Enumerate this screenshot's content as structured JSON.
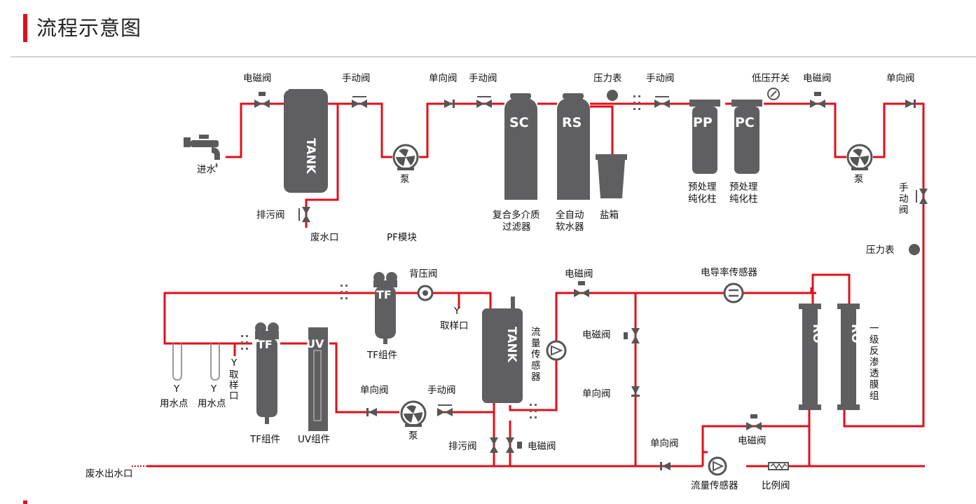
{
  "page": {
    "title": "流程示意图",
    "accent_color": "#e10f1c",
    "pipe_color": "#e10f1c",
    "equipment_color": "#606062"
  },
  "labels": {
    "solenoid_1": "电磁阀",
    "manual_1": "手动阀",
    "check_1": "单向阀",
    "manual_2": "手动阀",
    "pressure_gauge_1": "压力表",
    "manual_3": "手动阀",
    "low_pressure_switch": "低压开关",
    "solenoid_2": "电磁阀",
    "check_2": "单向阀",
    "inlet": "进水",
    "tank_1": "TANK",
    "sc": "SC",
    "rs": "RS",
    "pp": "PP",
    "pc": "PC",
    "pump_1": "泵",
    "pump_2": "泵",
    "drain_valve_1": "排污阀",
    "waste_port_1": "废水口",
    "pf_module": "PF模块",
    "multimedia_filter": [
      "复合多介质",
      "过滤器"
    ],
    "softener": [
      "全自动",
      "软水器"
    ],
    "brine_tank": "盐箱",
    "pre_column_1": [
      "预处理",
      "纯化柱"
    ],
    "pre_column_2": [
      "预处理",
      "纯化柱"
    ],
    "manual_vertical": [
      "手",
      "动",
      "阀"
    ],
    "pressure_gauge_2": "压力表",
    "back_pressure_valve": "背压阀",
    "sampling_1": "取样口",
    "tf_top": "TF",
    "tf_component_top": "TF组件",
    "solenoid_3": "电磁阀",
    "conductivity_sensor": "电导率传感器",
    "tank_2": "TANK",
    "flow_sensor_vertical": [
      "流",
      "量",
      "传",
      "感",
      "器"
    ],
    "solenoid_4": "电磁阀",
    "check_3": "单向阀",
    "ro_1": "RO",
    "ro_2": "RO",
    "ro_module": [
      "一",
      "级",
      "反",
      "渗",
      "透",
      "膜",
      "组"
    ],
    "tf_left": "TF",
    "uv": "UV",
    "sampling_2": [
      "取",
      "样",
      "口"
    ],
    "use_point_1": "用水点",
    "use_point_2": "用水点",
    "tf_component": "TF组件",
    "uv_component": "UV组件",
    "check_4": "单向阀",
    "manual_4": "手动阀",
    "pump_3": "泵",
    "drain_valve_2": "排污阀",
    "solenoid_5": "电磁阀",
    "solenoid_6": "电磁阀",
    "check_5": "单向阀",
    "flow_sensor": "流量传感器",
    "ratio_valve": "比例阀",
    "waste_outlet": "废水出水口"
  }
}
